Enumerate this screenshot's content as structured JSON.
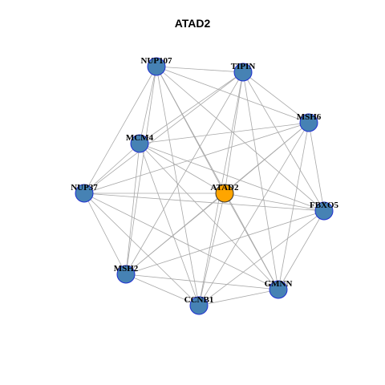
{
  "title": "ATAD2",
  "colors": {
    "node_fill": "#4682b4",
    "node_stroke": "#1f2fd0",
    "hub_fill": "#ffa500",
    "hub_stroke": "#333333",
    "edge": "#a8a8a8"
  },
  "network": {
    "hub": "ATAD2",
    "nodes": [
      {
        "id": "NUP107",
        "hub": false
      },
      {
        "id": "TIPIN",
        "hub": false
      },
      {
        "id": "MSH6",
        "hub": false
      },
      {
        "id": "MCM4",
        "hub": false
      },
      {
        "id": "ATAD2",
        "hub": true
      },
      {
        "id": "NUP37",
        "hub": false
      },
      {
        "id": "FBXO5",
        "hub": false
      },
      {
        "id": "MSH2",
        "hub": false
      },
      {
        "id": "GMNN",
        "hub": false
      },
      {
        "id": "CCNB1",
        "hub": false
      }
    ],
    "edges": [
      [
        "NUP107",
        "TIPIN"
      ],
      [
        "NUP107",
        "MSH6"
      ],
      [
        "NUP107",
        "MCM4"
      ],
      [
        "NUP107",
        "ATAD2"
      ],
      [
        "NUP107",
        "NUP37"
      ],
      [
        "NUP107",
        "FBXO5"
      ],
      [
        "NUP107",
        "MSH2"
      ],
      [
        "NUP107",
        "GMNN"
      ],
      [
        "NUP107",
        "CCNB1"
      ],
      [
        "TIPIN",
        "MSH6"
      ],
      [
        "TIPIN",
        "MCM4"
      ],
      [
        "TIPIN",
        "ATAD2"
      ],
      [
        "TIPIN",
        "NUP37"
      ],
      [
        "TIPIN",
        "FBXO5"
      ],
      [
        "TIPIN",
        "MSH2"
      ],
      [
        "TIPIN",
        "GMNN"
      ],
      [
        "TIPIN",
        "CCNB1"
      ],
      [
        "MSH6",
        "MCM4"
      ],
      [
        "MSH6",
        "ATAD2"
      ],
      [
        "MSH6",
        "NUP37"
      ],
      [
        "MSH6",
        "FBXO5"
      ],
      [
        "MSH6",
        "MSH2"
      ],
      [
        "MSH6",
        "GMNN"
      ],
      [
        "MSH6",
        "CCNB1"
      ],
      [
        "MCM4",
        "ATAD2"
      ],
      [
        "MCM4",
        "NUP37"
      ],
      [
        "MCM4",
        "FBXO5"
      ],
      [
        "MCM4",
        "MSH2"
      ],
      [
        "MCM4",
        "GMNN"
      ],
      [
        "MCM4",
        "CCNB1"
      ],
      [
        "ATAD2",
        "NUP37"
      ],
      [
        "ATAD2",
        "FBXO5"
      ],
      [
        "ATAD2",
        "MSH2"
      ],
      [
        "ATAD2",
        "GMNN"
      ],
      [
        "ATAD2",
        "CCNB1"
      ],
      [
        "NUP37",
        "FBXO5"
      ],
      [
        "NUP37",
        "MSH2"
      ],
      [
        "NUP37",
        "GMNN"
      ],
      [
        "NUP37",
        "CCNB1"
      ],
      [
        "FBXO5",
        "MSH2"
      ],
      [
        "FBXO5",
        "GMNN"
      ],
      [
        "FBXO5",
        "CCNB1"
      ],
      [
        "MSH2",
        "GMNN"
      ],
      [
        "MSH2",
        "CCNB1"
      ],
      [
        "GMNN",
        "CCNB1"
      ]
    ]
  }
}
